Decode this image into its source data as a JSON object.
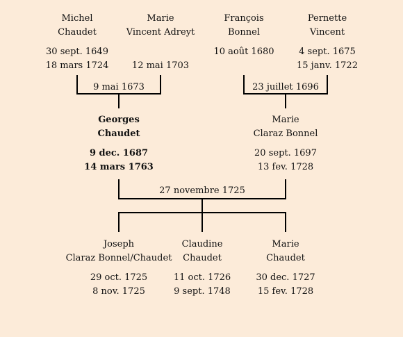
{
  "grandparents": [
    {
      "first": "Michel",
      "last": "Chaudet",
      "birth": "30 sept. 1649",
      "death": "18 mars 1724"
    },
    {
      "first": "Marie",
      "last": "Vincent Adreyt",
      "birth": "",
      "death": "12 mai 1703"
    },
    {
      "first": "François",
      "last": "Bonnel",
      "birth": "10 août 1680",
      "death": ""
    },
    {
      "first": "Pernette",
      "last": "Vincent",
      "birth": "4 sept. 1675",
      "death": "15 janv. 1722"
    }
  ],
  "grandparent_marriages": [
    {
      "date": "9 mai 1673"
    },
    {
      "date": "23 juillet 1696"
    }
  ],
  "parents": [
    {
      "first": "Georges",
      "last": "Chaudet",
      "birth": "9 dec. 1687",
      "death": "14 mars 1763"
    },
    {
      "first": "Marie",
      "last": "Claraz Bonnel",
      "birth": "20 sept. 1697",
      "death": "13 fev. 1728"
    }
  ],
  "parent_marriage": {
    "date": "27 novembre 1725"
  },
  "children": [
    {
      "first": "Joseph",
      "last": "Claraz Bonnel/Chaudet",
      "birth": "29 oct. 1725",
      "death": "8 nov. 1725"
    },
    {
      "first": "Claudine",
      "last": "Chaudet",
      "birth": "11 oct. 1726",
      "death": "9 sept. 1748"
    },
    {
      "first": "Marie",
      "last": "Chaudet",
      "birth": "30 dec. 1727",
      "death": "15 fev. 1728"
    }
  ]
}
